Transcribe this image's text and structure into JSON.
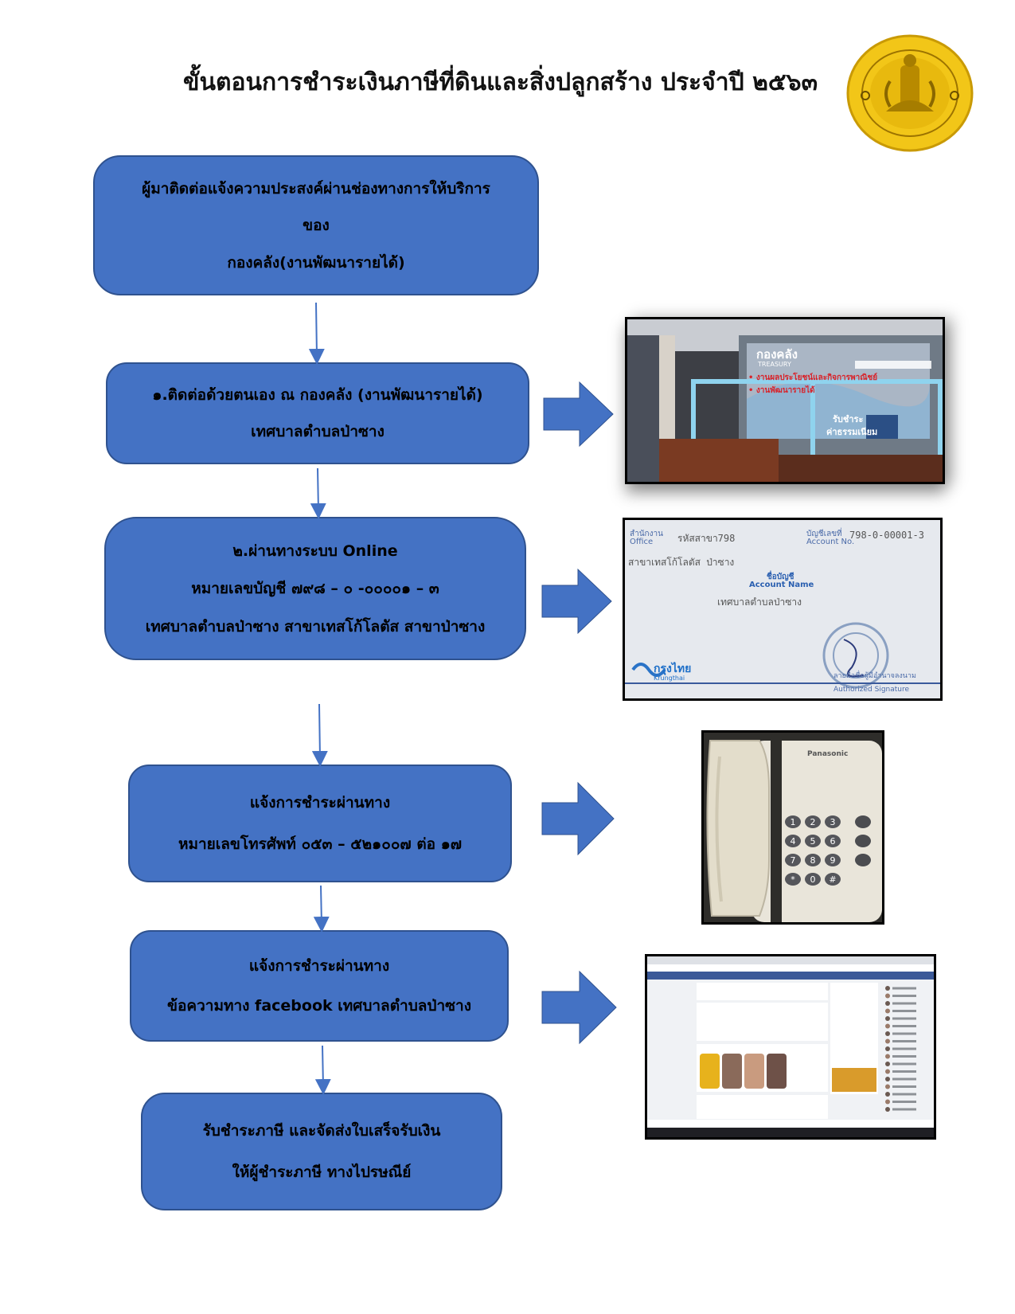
{
  "title": "ขั้นตอนการชำระเงินภาษีที่ดินและสิ่งปลูกสร้าง ประจำปี ๒๕๖๓",
  "colors": {
    "box_fill": "#4472c4",
    "box_border": "#2f528f",
    "arrow": "#4472c4",
    "seal": "#f2c618"
  },
  "steps": [
    {
      "lines": [
        "ผู้มาติดต่อแจ้งความประสงค์ผ่านช่องทางการให้บริการ",
        "ของ",
        "กองคลัง(งานพัฒนารายได้)"
      ]
    },
    {
      "lines": [
        "๑.ติดต่อด้วยตนเอง ณ กองคลัง (งานพัฒนารายได้)",
        "เทศบาลตำบลป่าซาง"
      ]
    },
    {
      "lines": [
        "๒.ผ่านทางระบบ Online",
        "หมายเลขบัญชี ๗๙๘ – ๐ -๐๐๐๐๑ – ๓",
        "เทศบาลตำบลป่าซาง สาขาเทสโก้โลตัส สาขาป่าซาง"
      ]
    },
    {
      "lines": [
        "แจ้งการชำระผ่านทาง",
        "หมายเลขโทรศัพท์  ๐๕๓ – ๕๒๑๐๐๗ ต่อ ๑๗"
      ]
    },
    {
      "lines": [
        "แจ้งการชำระผ่านทาง",
        "ข้อความทาง facebook เทศบาลตำบลป่าซาง"
      ]
    },
    {
      "lines": [
        "รับชำระภาษี และจัดส่งใบเสร็จรับเงิน",
        "ให้ผู้ชำระภาษี ทางไปรษณีย์"
      ]
    }
  ],
  "photo_office": {
    "sign_main": "กองคลัง",
    "sign_sub": "TREASURY",
    "line1": "• งานผลประโยชน์และกิจการพาณิชย์",
    "line2": "• งานพัฒนารายได้",
    "glass1": "รับชำระ",
    "glass2": "ค่าธรรมเนียม"
  },
  "photo_bankbook": {
    "office_th": "สำนักงาน",
    "office_en": "Office",
    "branch_code": "รหัสสาขา798",
    "account_no_th": "บัญชีเลขที่",
    "account_no_en": "Account No.",
    "account_number": "798-0-00001-3",
    "branch_name": "สาขาเทสโก้โลตัส ป่าซาง",
    "account_name_th": "ชื่อบัญชี",
    "account_name_en": "Account Name",
    "account_name": "เทศบาลตำบลป่าซาง",
    "bank_th": "กรุงไทย",
    "bank_en": "Krungthai",
    "signature_th": "ลายมือชื่อผู้มีอำนาจลงนาม",
    "signature_en": "Authorized Signature"
  },
  "photo_phone": {
    "brand": "Panasonic",
    "keys": [
      "1",
      "2",
      "3",
      "4",
      "5",
      "6",
      "7",
      "8",
      "9",
      "*",
      "0",
      "#"
    ]
  }
}
